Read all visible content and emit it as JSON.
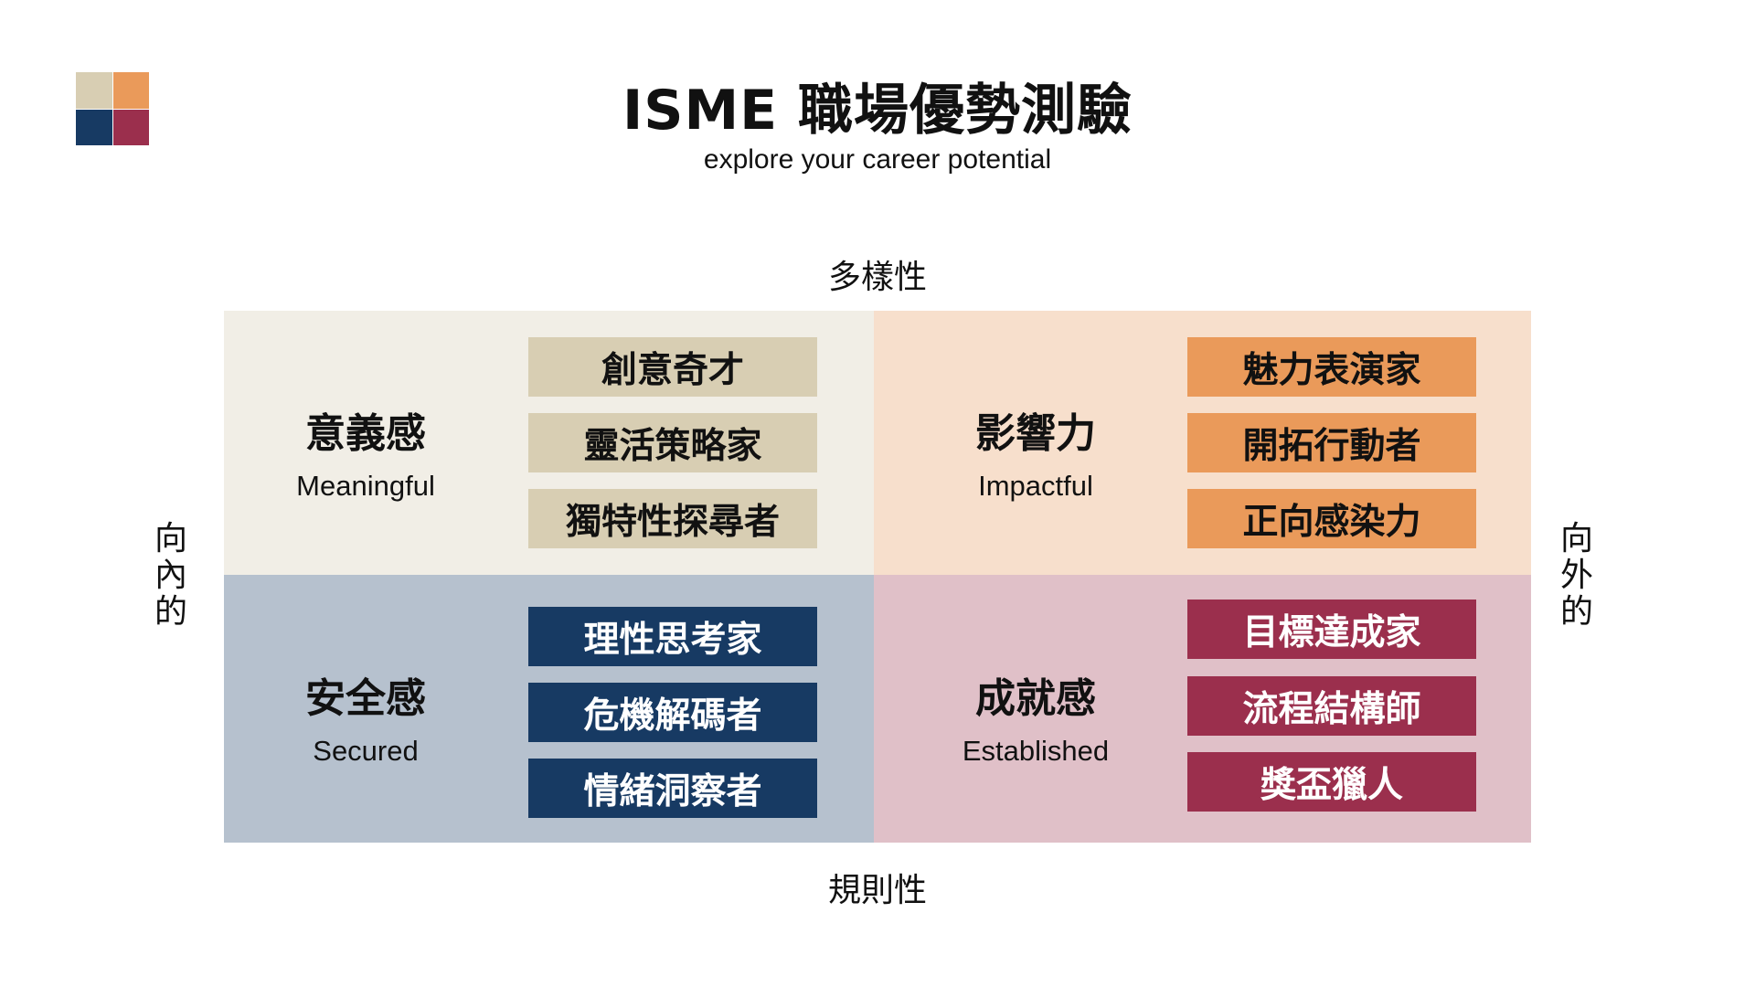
{
  "header": {
    "title": "ISME 職場優勢測驗",
    "subtitle": "explore your career potential"
  },
  "logo_colors": [
    "#d8ceb3",
    "#ea9a5a",
    "#173a63",
    "#9b2f4d"
  ],
  "axes": {
    "top": "多樣性",
    "bottom": "規則性",
    "left": "向內的",
    "right": "向外的"
  },
  "quadrants": [
    {
      "title": "意義感",
      "subtitle": "Meaningful",
      "bg": "#f1eee6",
      "chip_color": "#d8ceb3",
      "chip_text": "#111111",
      "chips": [
        "創意奇才",
        "靈活策略家",
        "獨特性探尋者"
      ]
    },
    {
      "title": "影響力",
      "subtitle": "Impactful",
      "bg": "#f7dfcc",
      "chip_color": "#ea9a5a",
      "chip_text": "#111111",
      "chips": [
        "魅力表演家",
        "開拓行動者",
        "正向感染力"
      ]
    },
    {
      "title": "安全感",
      "subtitle": "Secured",
      "bg": "#b6c1ce",
      "chip_color": "#173a63",
      "chip_text": "#ffffff",
      "chips": [
        "理性思考家",
        "危機解碼者",
        "情緒洞察者"
      ]
    },
    {
      "title": "成就感",
      "subtitle": "Established",
      "bg": "#e0c0c8",
      "chip_color": "#9b2f4d",
      "chip_text": "#ffffff",
      "chips": [
        "目標達成家",
        "流程結構師",
        "獎盃獵人"
      ]
    }
  ]
}
